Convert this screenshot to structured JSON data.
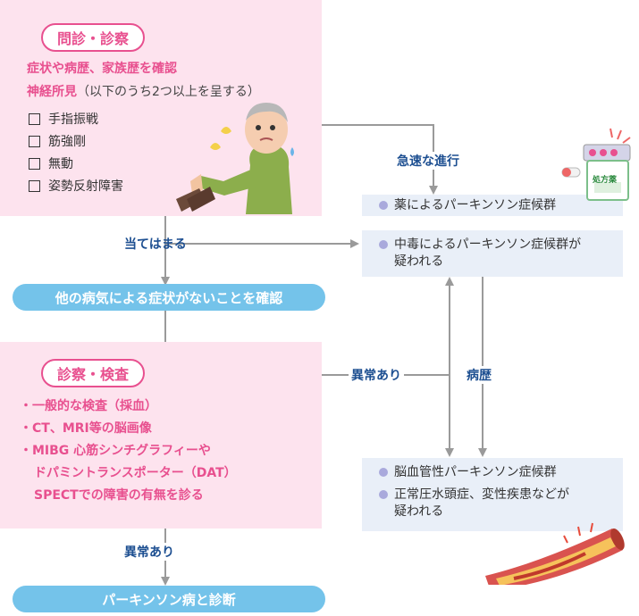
{
  "step1": {
    "tag": "問診・診察",
    "line1": "症状や病歴、家族歴を確認",
    "line2_main": "神経所見",
    "line2_note": "（以下のうち2つ以上を呈する）",
    "checks": [
      "手指振戦",
      "筋強剛",
      "無動",
      "姿勢反射障害"
    ]
  },
  "labels": {
    "applies": "当てはまる",
    "rapid": "急速な進行",
    "abnormal_mid": "異常あり",
    "history": "病歴",
    "abnormal_bottom": "異常あり"
  },
  "confirm_pill": "他の病気による症状がないことを確認",
  "step2": {
    "tag": "診察・検査",
    "items": [
      "・一般的な検査（採血）",
      "・CT、MRI等の脳画像",
      "・MIBG 心筋シンチグラフィーや"
    ],
    "cont1": "ドパミントランスポーター（DAT）",
    "cont2": "SPECTでの障害の有無を診る"
  },
  "diagnosis_pill": "パーキンソン病と診断",
  "box_drug": "薬によるパーキンソン症候群",
  "box_toxin": {
    "line1": "中毒によるパーキンソン症候群が",
    "line2": "疑われる"
  },
  "box_vascular": {
    "item1": "脳血管性パーキンソン症候群",
    "item2_line1": "正常圧水頭症、変性疾患などが",
    "item2_line2": "疑われる"
  },
  "medicine_label": "処方薬",
  "colors": {
    "pink": "#e8508f",
    "navy": "#1d4f91",
    "pill": "#74c3ea",
    "arrow": "#9a9a9a",
    "pinkbg": "#fde3ee",
    "bluebg": "#e9eff8"
  }
}
